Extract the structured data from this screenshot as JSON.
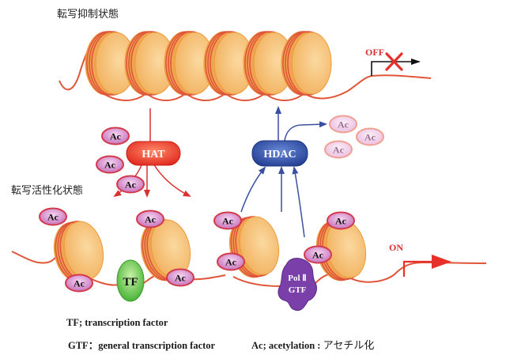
{
  "diagram": {
    "repressed_state_label": "転写抑制状態",
    "active_state_label": "転写活性化状態",
    "off_label": "OFF",
    "on_label": "ON",
    "hat_label": "HAT",
    "hdac_label": "HDAC",
    "tf_label": "TF",
    "polii_label": "Pol Ⅱ",
    "gtf_label": "GTF",
    "acetyl_label": "Ac",
    "colors": {
      "dna": "#e0563a",
      "histone_fill": "#f7c27a",
      "histone_edge": "#ee9a3a",
      "hat": "#e8302a",
      "hdac": "#2f4d9e",
      "tf": "#4fbf3a",
      "polii": "#7a3fa8",
      "ac_fill": "#d98fd0",
      "ac_edge": "#d23a4a",
      "arrow_red": "#d93030",
      "arrow_blue": "#3a4fa0"
    }
  },
  "legend": {
    "tf": "TF; transcription factor",
    "gtf": "GTF：general transcription factor",
    "ac": "Ac; acetylation : ",
    "ac_jp": "アセチル化"
  }
}
